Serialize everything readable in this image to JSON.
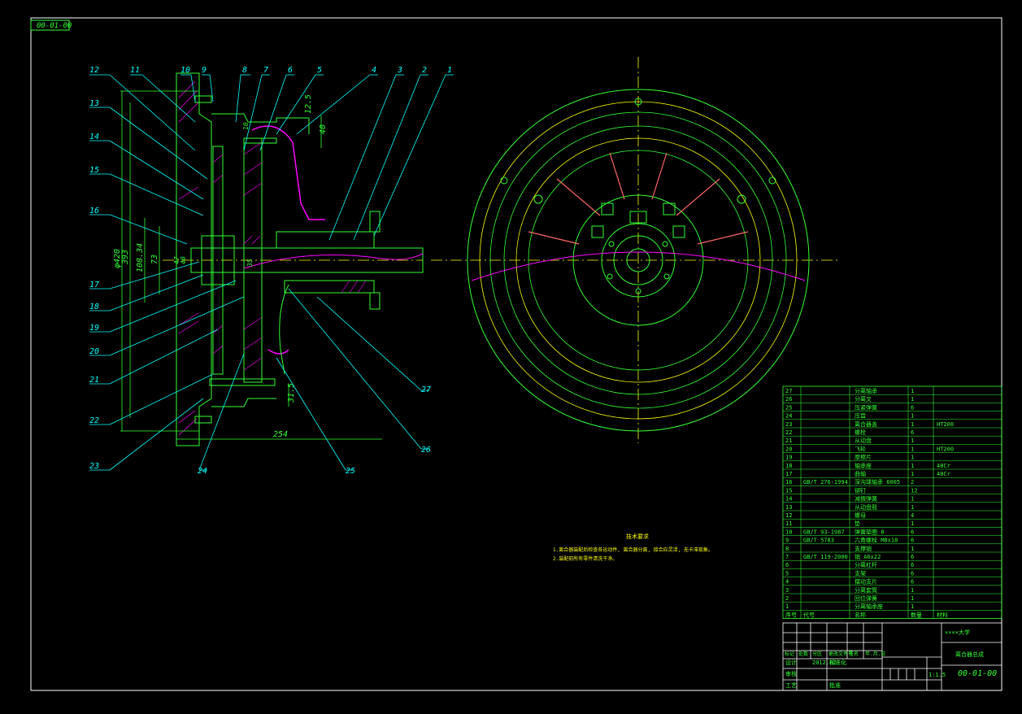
{
  "drawing_code": "00-01-00",
  "dimensions": {
    "d420": "φ420",
    "d393": "393",
    "d10834": "108.34",
    "d73": "73",
    "d254": "254",
    "d315": "31.5",
    "d40": "40",
    "d125": "12.5",
    "d10": "10",
    "d47": "47",
    "d40b": "40",
    "d35": "35"
  },
  "callouts_top": [
    "12",
    "11",
    "10",
    "9",
    "8",
    "7",
    "6",
    "5",
    "4",
    "3",
    "2",
    "1"
  ],
  "callouts_left": [
    "13",
    "14",
    "15",
    "16",
    "17",
    "18",
    "19",
    "20",
    "21",
    "22",
    "23"
  ],
  "callouts_bottom": [
    "24",
    "25",
    "26",
    "27"
  ],
  "notes": {
    "heading": "技术要求",
    "line1": "1.离合器装配后检查各运动件, 离合器分离, 接合应灵活, 无卡滞现象。",
    "line2": "2.装配前所有零件清洗干净。"
  },
  "bom_rows": [
    {
      "no": "27",
      "std": "",
      "name": "分离轴承",
      "qty": "1",
      "mat": ""
    },
    {
      "no": "26",
      "std": "",
      "name": "分离叉",
      "qty": "1",
      "mat": ""
    },
    {
      "no": "25",
      "std": "",
      "name": "压紧弹簧",
      "qty": "6",
      "mat": ""
    },
    {
      "no": "24",
      "std": "",
      "name": "压盘",
      "qty": "1",
      "mat": ""
    },
    {
      "no": "23",
      "std": "",
      "name": "离合器盖",
      "qty": "1",
      "mat": "HT200"
    },
    {
      "no": "22",
      "std": "",
      "name": "螺栓",
      "qty": "6",
      "mat": ""
    },
    {
      "no": "21",
      "std": "",
      "name": "从动盘",
      "qty": "1",
      "mat": ""
    },
    {
      "no": "20",
      "std": "",
      "name": "飞轮",
      "qty": "1",
      "mat": "HT200"
    },
    {
      "no": "19",
      "std": "",
      "name": "摩擦片",
      "qty": "1",
      "mat": ""
    },
    {
      "no": "18",
      "std": "",
      "name": "轴承座",
      "qty": "1",
      "mat": "40Cr"
    },
    {
      "no": "17",
      "std": "",
      "name": "曲轴",
      "qty": "1",
      "mat": "40Cr"
    },
    {
      "no": "16",
      "std": "GB/T 276-1994",
      "name": "深沟球轴承 6005",
      "qty": "2",
      "mat": ""
    },
    {
      "no": "15",
      "std": "",
      "name": "铆钉",
      "qty": "12",
      "mat": ""
    },
    {
      "no": "14",
      "std": "",
      "name": "减振弹簧",
      "qty": "1",
      "mat": ""
    },
    {
      "no": "13",
      "std": "",
      "name": "从动盘毂",
      "qty": "1",
      "mat": ""
    },
    {
      "no": "12",
      "std": "",
      "name": "螺母",
      "qty": "4",
      "mat": ""
    },
    {
      "no": "11",
      "std": "",
      "name": "垫",
      "qty": "1",
      "mat": ""
    },
    {
      "no": "10",
      "std": "GB/T 93-1987",
      "name": "弹簧垫圈 8",
      "qty": "6",
      "mat": ""
    },
    {
      "no": "9",
      "std": "GB/T 5783",
      "name": "六角螺栓 M8x18",
      "qty": "6",
      "mat": ""
    },
    {
      "no": "8",
      "std": "",
      "name": "支撑销",
      "qty": "1",
      "mat": ""
    },
    {
      "no": "7",
      "std": "GB/T 119-2000",
      "name": "销 A6x22",
      "qty": "6",
      "mat": ""
    },
    {
      "no": "6",
      "std": "",
      "name": "分离杠杆",
      "qty": "6",
      "mat": ""
    },
    {
      "no": "5",
      "std": "",
      "name": "支架",
      "qty": "6",
      "mat": ""
    },
    {
      "no": "4",
      "std": "",
      "name": "摆动支片",
      "qty": "6",
      "mat": ""
    },
    {
      "no": "3",
      "std": "",
      "name": "分离套筒",
      "qty": "1",
      "mat": ""
    },
    {
      "no": "2",
      "std": "",
      "name": "回位弹簧",
      "qty": "1",
      "mat": ""
    },
    {
      "no": "1",
      "std": "",
      "name": "分离轴承座",
      "qty": "1",
      "mat": ""
    }
  ],
  "bom_header": {
    "no": "序号",
    "std": "代号",
    "name": "名称",
    "qty": "数量",
    "mat": "材料"
  },
  "title_block": {
    "company": "××××大学",
    "drawing_name": "离合器总成",
    "code": "00-01-00",
    "scale": "1:1.5",
    "mark_design": "设计",
    "mark_check": "审核",
    "mark_process": "工艺",
    "mark_approve": "批准",
    "mark_std": "标准化",
    "date": "2012.02",
    "labels": [
      "标记",
      "处数",
      "分区",
      "更改文件号",
      "签名",
      "年.月.日"
    ]
  },
  "colors": {
    "frame": "#ffffff",
    "outline": "#33ff33",
    "callout": "#00ffff",
    "hatch": "#ff00ff",
    "centerline": "#ffff00",
    "spring": "#ff6666"
  }
}
